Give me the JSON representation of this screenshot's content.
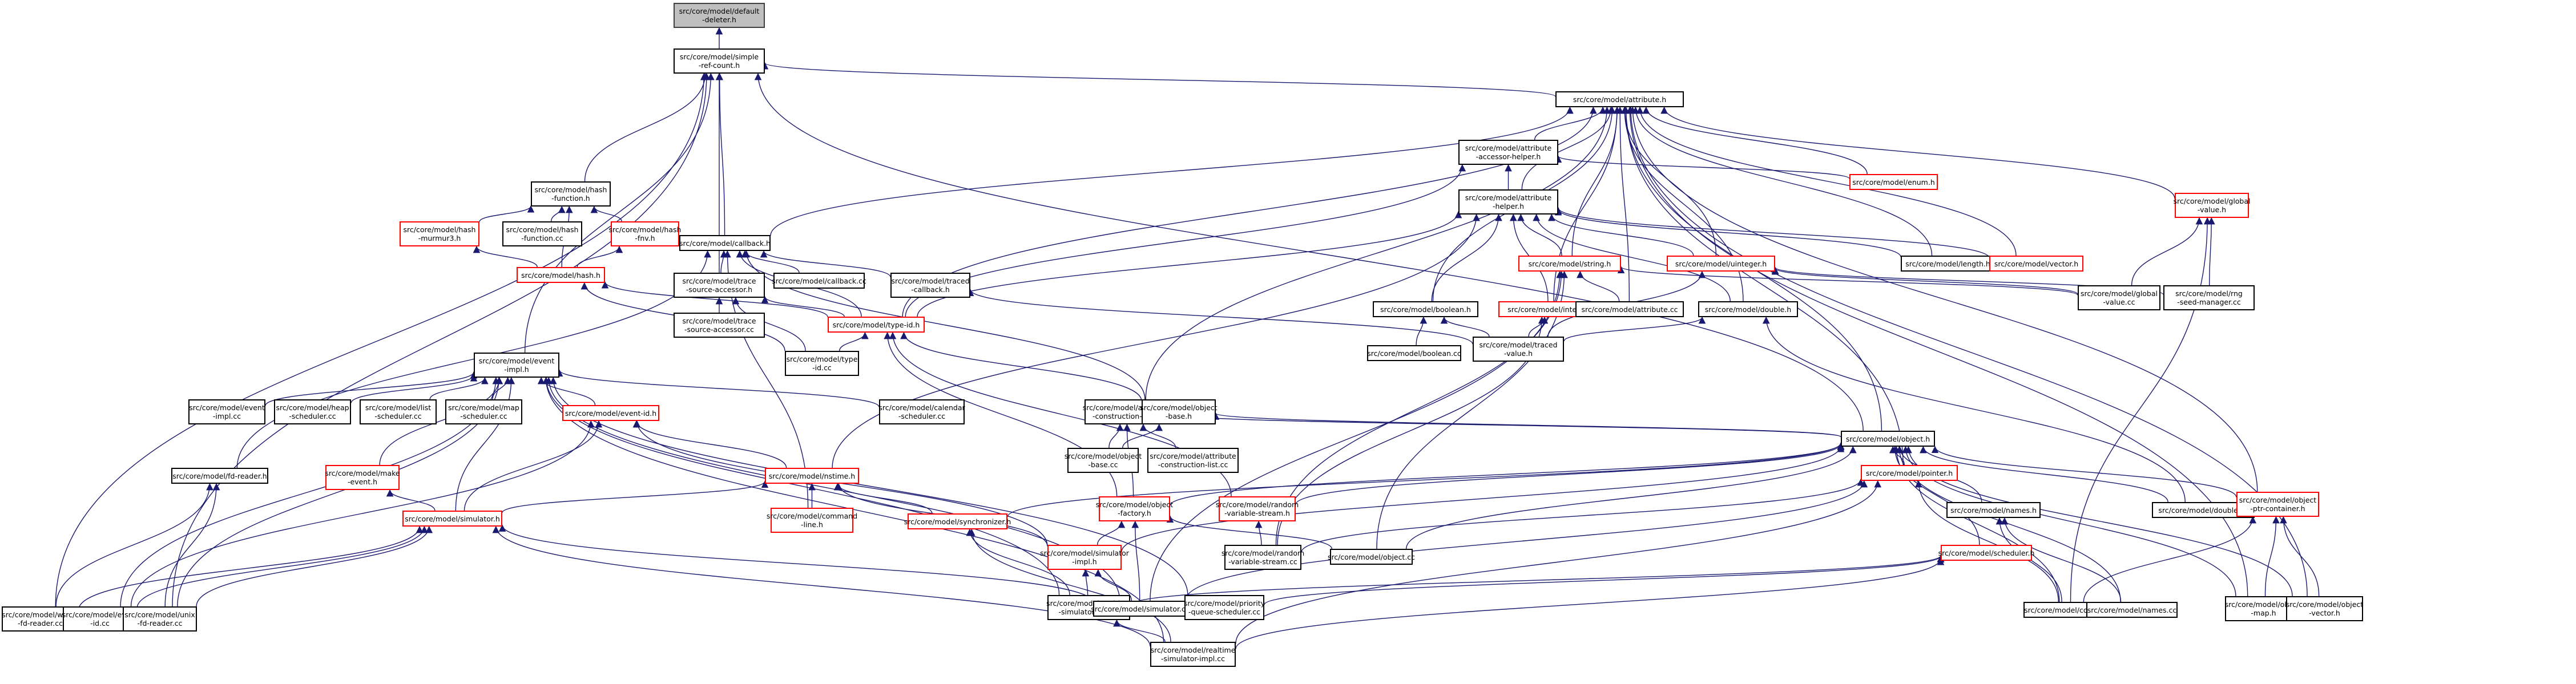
{
  "diagram": {
    "type": "include-dependency-graph",
    "edge_color": "#191970",
    "truncated_border_color": "#ff0000",
    "root_fill_color": "#bfbfbf",
    "nodes": [
      {
        "id": "default-deleter",
        "label": "src/core/model/default\n-deleter.h",
        "style": "root"
      },
      {
        "id": "simple-ref-count",
        "label": "src/core/model/simple\n-ref-count.h",
        "style": "normal"
      },
      {
        "id": "attribute-h",
        "label": "src/core/model/attribute.h",
        "style": "normal"
      },
      {
        "id": "attribute-accessor-helper",
        "label": "src/core/model/attribute\n-accessor-helper.h",
        "style": "normal"
      },
      {
        "id": "attribute-helper",
        "label": "src/core/model/attribute\n-helper.h",
        "style": "normal"
      },
      {
        "id": "enum-h",
        "label": "src/core/model/enum.h",
        "style": "red"
      },
      {
        "id": "global-value-h",
        "label": "src/core/model/global\n-value.h",
        "style": "red"
      },
      {
        "id": "hash-function",
        "label": "src/core/model/hash\n-function.h",
        "style": "normal"
      },
      {
        "id": "hash-murmur3",
        "label": "src/core/model/hash\n-murmur3.h",
        "style": "red"
      },
      {
        "id": "hash-function-cc",
        "label": "src/core/model/hash\n-function.cc",
        "style": "normal"
      },
      {
        "id": "hash-fnv",
        "label": "src/core/model/hash\n-fnv.h",
        "style": "red"
      },
      {
        "id": "hash-h",
        "label": "src/core/model/hash.h",
        "style": "red"
      },
      {
        "id": "callback-h",
        "label": "src/core/model/callback.h",
        "style": "normal"
      },
      {
        "id": "trace-source-accessor",
        "label": "src/core/model/trace\n-source-accessor.h",
        "style": "normal"
      },
      {
        "id": "trace-source-accessor-cc",
        "label": "src/core/model/trace\n-source-accessor.cc",
        "style": "normal"
      },
      {
        "id": "callback-cc",
        "label": "src/core/model/callback.cc",
        "style": "normal"
      },
      {
        "id": "traced-callback",
        "label": "src/core/model/traced\n-callback.h",
        "style": "normal"
      },
      {
        "id": "type-id-h",
        "label": "src/core/model/type-id.h",
        "style": "red"
      },
      {
        "id": "type-id-cc",
        "label": "src/core/model/type\n-id.cc",
        "style": "normal"
      },
      {
        "id": "string-h",
        "label": "src/core/model/string.h",
        "style": "red"
      },
      {
        "id": "uinteger-h",
        "label": "src/core/model/uinteger.h",
        "style": "red"
      },
      {
        "id": "length-h",
        "label": "src/core/model/length.h",
        "style": "normal"
      },
      {
        "id": "vector-h",
        "label": "src/core/model/vector.h",
        "style": "red"
      },
      {
        "id": "boolean-h",
        "label": "src/core/model/boolean.h",
        "style": "normal"
      },
      {
        "id": "integer-h",
        "label": "src/core/model/integer.h",
        "style": "red"
      },
      {
        "id": "attribute-cc",
        "label": "src/core/model/attribute.cc",
        "style": "normal"
      },
      {
        "id": "double-h",
        "label": "src/core/model/double.h",
        "style": "normal"
      },
      {
        "id": "global-value-cc",
        "label": "src/core/model/global\n-value.cc",
        "style": "normal"
      },
      {
        "id": "rng-seed-manager",
        "label": "src/core/model/rng\n-seed-manager.cc",
        "style": "normal"
      },
      {
        "id": "boolean-cc",
        "label": "src/core/model/boolean.cc",
        "style": "normal"
      },
      {
        "id": "traced-value",
        "label": "src/core/model/traced\n-value.h",
        "style": "normal"
      },
      {
        "id": "event-impl",
        "label": "src/core/model/event\n-impl.h",
        "style": "normal"
      },
      {
        "id": "attribute-construction-list",
        "label": "src/core/model/attribute\n-construction-list.h",
        "style": "normal"
      },
      {
        "id": "object-base-h",
        "label": "src/core/model/object\n-base.h",
        "style": "normal"
      },
      {
        "id": "event-impl-cc",
        "label": "src/core/model/event\n-impl.cc",
        "style": "normal"
      },
      {
        "id": "heap-scheduler",
        "label": "src/core/model/heap\n-scheduler.cc",
        "style": "normal"
      },
      {
        "id": "list-scheduler",
        "label": "src/core/model/list\n-scheduler.cc",
        "style": "normal"
      },
      {
        "id": "map-scheduler",
        "label": "src/core/model/map\n-scheduler.cc",
        "style": "normal"
      },
      {
        "id": "event-id-h",
        "label": "src/core/model/event-id.h",
        "style": "red"
      },
      {
        "id": "calendar-scheduler",
        "label": "src/core/model/calendar\n-scheduler.cc",
        "style": "normal"
      },
      {
        "id": "object-base-cc",
        "label": "src/core/model/object\n-base.cc",
        "style": "normal"
      },
      {
        "id": "attribute-construction-list-cc",
        "label": "src/core/model/attribute\n-construction-list.cc",
        "style": "normal"
      },
      {
        "id": "object-h",
        "label": "src/core/model/object.h",
        "style": "normal"
      },
      {
        "id": "fd-reader",
        "label": "src/core/model/fd-reader.h",
        "style": "normal"
      },
      {
        "id": "make-event",
        "label": "src/core/model/make\n-event.h",
        "style": "red"
      },
      {
        "id": "nstime-h",
        "label": "src/core/model/nstime.h",
        "style": "red"
      },
      {
        "id": "object-factory",
        "label": "src/core/model/object\n-factory.h",
        "style": "red"
      },
      {
        "id": "random-variable-stream-h",
        "label": "src/core/model/random\n-variable-stream.h",
        "style": "red"
      },
      {
        "id": "pointer-h",
        "label": "src/core/model/pointer.h",
        "style": "red"
      },
      {
        "id": "names-h",
        "label": "src/core/model/names.h",
        "style": "normal"
      },
      {
        "id": "double-cc",
        "label": "src/core/model/double.cc",
        "style": "normal"
      },
      {
        "id": "object-ptr-container",
        "label": "src/core/model/object\n-ptr-container.h",
        "style": "red"
      },
      {
        "id": "simulator-h",
        "label": "src/core/model/simulator.h",
        "style": "red"
      },
      {
        "id": "command-line",
        "label": "src/core/model/command\n-line.h",
        "style": "red"
      },
      {
        "id": "synchronizer",
        "label": "src/core/model/synchronizer.h",
        "style": "red"
      },
      {
        "id": "simulator-impl",
        "label": "src/core/model/simulator\n-impl.h",
        "style": "red"
      },
      {
        "id": "random-variable-stream-cc",
        "label": "src/core/model/random\n-variable-stream.cc",
        "style": "normal"
      },
      {
        "id": "object-cc",
        "label": "src/core/model/object.cc",
        "style": "normal"
      },
      {
        "id": "scheduler-h",
        "label": "src/core/model/scheduler.h",
        "style": "red"
      },
      {
        "id": "config-cc",
        "label": "src/core/model/config.cc",
        "style": "normal"
      },
      {
        "id": "names-cc",
        "label": "src/core/model/names.cc",
        "style": "normal"
      },
      {
        "id": "object-map",
        "label": "src/core/model/object\n-map.h",
        "style": "normal"
      },
      {
        "id": "object-vector",
        "label": "src/core/model/object\n-vector.h",
        "style": "normal"
      },
      {
        "id": "win32-fd-reader",
        "label": "src/core/model/win32\n-fd-reader.cc",
        "style": "normal"
      },
      {
        "id": "event-id-cc",
        "label": "src/core/model/event\n-id.cc",
        "style": "normal"
      },
      {
        "id": "unix-fd-reader",
        "label": "src/core/model/unix\n-fd-reader.cc",
        "style": "normal"
      },
      {
        "id": "realtime-simulator-impl-h",
        "label": "src/core/model/realtime\n-simulator-impl.h",
        "style": "normal"
      },
      {
        "id": "simulator-cc",
        "label": "src/core/model/simulator.cc",
        "style": "normal"
      },
      {
        "id": "priority-queue-scheduler",
        "label": "src/core/model/priority\n-queue-scheduler.cc",
        "style": "normal"
      },
      {
        "id": "realtime-simulator-impl-cc",
        "label": "src/core/model/realtime\n-simulator-impl.cc",
        "style": "normal"
      }
    ],
    "edges": [
      [
        "simple-ref-count",
        "default-deleter"
      ],
      [
        "attribute-h",
        "simple-ref-count"
      ],
      [
        "hash-function",
        "simple-ref-count"
      ],
      [
        "callback-h",
        "simple-ref-count"
      ],
      [
        "trace-source-accessor",
        "simple-ref-count"
      ],
      [
        "event-impl",
        "simple-ref-count"
      ],
      [
        "object-h",
        "simple-ref-count"
      ],
      [
        "win32-fd-reader",
        "simple-ref-count"
      ],
      [
        "unix-fd-reader",
        "simple-ref-count"
      ],
      [
        "attribute-accessor-helper",
        "attribute-h"
      ],
      [
        "attribute-helper",
        "attribute-accessor-helper"
      ],
      [
        "attribute-helper",
        "attribute-h"
      ],
      [
        "enum-h",
        "attribute-h"
      ],
      [
        "enum-h",
        "attribute-accessor-helper"
      ],
      [
        "global-value-h",
        "attribute-h"
      ],
      [
        "callback-h",
        "attribute-h"
      ],
      [
        "type-id-h",
        "attribute-h"
      ],
      [
        "type-id-h",
        "attribute-accessor-helper"
      ],
      [
        "string-h",
        "attribute-h"
      ],
      [
        "string-h",
        "attribute-helper"
      ],
      [
        "uinteger-h",
        "attribute-h"
      ],
      [
        "uinteger-h",
        "attribute-helper"
      ],
      [
        "length-h",
        "attribute-h"
      ],
      [
        "length-h",
        "attribute-helper"
      ],
      [
        "vector-h",
        "attribute-h"
      ],
      [
        "vector-h",
        "attribute-helper"
      ],
      [
        "boolean-h",
        "attribute-h"
      ],
      [
        "boolean-h",
        "attribute-helper"
      ],
      [
        "integer-h",
        "attribute-h"
      ],
      [
        "integer-h",
        "attribute-helper"
      ],
      [
        "attribute-cc",
        "attribute-h"
      ],
      [
        "attribute-cc",
        "string-h"
      ],
      [
        "double-h",
        "attribute-h"
      ],
      [
        "double-h",
        "attribute-helper"
      ],
      [
        "global-value-cc",
        "global-value-h"
      ],
      [
        "global-value-cc",
        "string-h"
      ],
      [
        "global-value-cc",
        "uinteger-h"
      ],
      [
        "rng-seed-manager",
        "global-value-h"
      ],
      [
        "rng-seed-manager",
        "uinteger-h"
      ],
      [
        "hash-murmur3",
        "hash-function"
      ],
      [
        "hash-function-cc",
        "hash-function"
      ],
      [
        "hash-fnv",
        "hash-function"
      ],
      [
        "hash-h",
        "hash-function"
      ],
      [
        "hash-h",
        "hash-murmur3"
      ],
      [
        "hash-h",
        "hash-fnv"
      ],
      [
        "trace-source-accessor",
        "callback-h"
      ],
      [
        "callback-cc",
        "callback-h"
      ],
      [
        "traced-callback",
        "callback-h"
      ],
      [
        "type-id-h",
        "callback-h"
      ],
      [
        "type-id-h",
        "trace-source-accessor"
      ],
      [
        "type-id-h",
        "hash-h"
      ],
      [
        "type-id-h",
        "attribute-helper"
      ],
      [
        "trace-source-accessor-cc",
        "trace-source-accessor"
      ],
      [
        "type-id-cc",
        "type-id-h"
      ],
      [
        "type-id-cc",
        "hash-h"
      ],
      [
        "type-id-cc",
        "trace-source-accessor"
      ],
      [
        "boolean-cc",
        "boolean-h"
      ],
      [
        "traced-value",
        "boolean-h"
      ],
      [
        "traced-value",
        "integer-h"
      ],
      [
        "traced-value",
        "double-h"
      ],
      [
        "traced-value",
        "uinteger-h"
      ],
      [
        "traced-value",
        "traced-callback"
      ],
      [
        "attribute-construction-list",
        "attribute-h"
      ],
      [
        "object-base-h",
        "type-id-h"
      ],
      [
        "object-base-h",
        "callback-h"
      ],
      [
        "object-base-cc",
        "object-base-h"
      ],
      [
        "object-base-cc",
        "attribute-construction-list"
      ],
      [
        "attribute-construction-list-cc",
        "attribute-construction-list"
      ],
      [
        "object-h",
        "object-base-h"
      ],
      [
        "object-h",
        "attribute-construction-list"
      ],
      [
        "object-h",
        "attribute-h"
      ],
      [
        "event-impl-cc",
        "event-impl"
      ],
      [
        "heap-scheduler",
        "event-impl"
      ],
      [
        "list-scheduler",
        "event-impl"
      ],
      [
        "map-scheduler",
        "event-impl"
      ],
      [
        "event-id-h",
        "event-impl"
      ],
      [
        "calendar-scheduler",
        "event-impl"
      ],
      [
        "make-event",
        "event-impl"
      ],
      [
        "fd-reader",
        "callback-h"
      ],
      [
        "nstime-h",
        "attribute-helper"
      ],
      [
        "nstime-h",
        "event-id-h"
      ],
      [
        "object-factory",
        "attribute-construction-list"
      ],
      [
        "object-factory",
        "type-id-h"
      ],
      [
        "object-factory",
        "object-h"
      ],
      [
        "random-variable-stream-h",
        "object-h"
      ],
      [
        "random-variable-stream-h",
        "type-id-h"
      ],
      [
        "pointer-h",
        "object-h"
      ],
      [
        "pointer-h",
        "attribute-h"
      ],
      [
        "names-h",
        "object-h"
      ],
      [
        "double-cc",
        "object-h"
      ],
      [
        "double-cc",
        "double-h"
      ],
      [
        "object-ptr-container",
        "object-h"
      ],
      [
        "object-ptr-container",
        "attribute-h"
      ],
      [
        "simulator-h",
        "event-id-h"
      ],
      [
        "simulator-h",
        "nstime-h"
      ],
      [
        "simulator-h",
        "make-event"
      ],
      [
        "simulator-h",
        "event-impl"
      ],
      [
        "command-line",
        "nstime-h"
      ],
      [
        "command-line",
        "callback-h"
      ],
      [
        "synchronizer",
        "nstime-h"
      ],
      [
        "synchronizer",
        "object-h"
      ],
      [
        "simulator-impl",
        "object-factory"
      ],
      [
        "simulator-impl",
        "event-id-h"
      ],
      [
        "simulator-impl",
        "nstime-h"
      ],
      [
        "simulator-impl",
        "object-h"
      ],
      [
        "random-variable-stream-cc",
        "random-variable-stream-h"
      ],
      [
        "random-variable-stream-cc",
        "string-h"
      ],
      [
        "random-variable-stream-cc",
        "integer-h"
      ],
      [
        "random-variable-stream-cc",
        "pointer-h"
      ],
      [
        "object-cc",
        "object-h"
      ],
      [
        "object-cc",
        "object-factory"
      ],
      [
        "object-cc",
        "string-h"
      ],
      [
        "scheduler-h",
        "object-h"
      ],
      [
        "config-cc",
        "names-h"
      ],
      [
        "config-cc",
        "object-ptr-container"
      ],
      [
        "config-cc",
        "pointer-h"
      ],
      [
        "config-cc",
        "global-value-h"
      ],
      [
        "config-cc",
        "object-h"
      ],
      [
        "names-cc",
        "names-h"
      ],
      [
        "names-cc",
        "object-h"
      ],
      [
        "object-map",
        "object-ptr-container"
      ],
      [
        "object-map",
        "object-h"
      ],
      [
        "object-map",
        "attribute-h"
      ],
      [
        "object-vector",
        "object-ptr-container"
      ],
      [
        "object-vector",
        "object-h"
      ],
      [
        "object-vector",
        "attribute-h"
      ],
      [
        "win32-fd-reader",
        "fd-reader"
      ],
      [
        "win32-fd-reader",
        "simulator-h"
      ],
      [
        "event-id-cc",
        "event-id-h"
      ],
      [
        "event-id-cc",
        "event-impl"
      ],
      [
        "event-id-cc",
        "simulator-h"
      ],
      [
        "unix-fd-reader",
        "fd-reader"
      ],
      [
        "unix-fd-reader",
        "simulator-h"
      ],
      [
        "unix-fd-reader",
        "event-impl"
      ],
      [
        "realtime-simulator-impl-h",
        "simulator-impl"
      ],
      [
        "realtime-simulator-impl-h",
        "synchronizer"
      ],
      [
        "realtime-simulator-impl-h",
        "event-impl"
      ],
      [
        "realtime-simulator-impl-h",
        "scheduler-h"
      ],
      [
        "simulator-cc",
        "simulator-h"
      ],
      [
        "simulator-cc",
        "simulator-impl"
      ],
      [
        "simulator-cc",
        "object-factory"
      ],
      [
        "simulator-cc",
        "event-impl"
      ],
      [
        "simulator-cc",
        "string-h"
      ],
      [
        "simulator-cc",
        "pointer-h"
      ],
      [
        "priority-queue-scheduler",
        "scheduler-h"
      ],
      [
        "priority-queue-scheduler",
        "event-impl"
      ],
      [
        "realtime-simulator-impl-cc",
        "realtime-simulator-impl-h"
      ],
      [
        "realtime-simulator-impl-cc",
        "simulator-h"
      ],
      [
        "realtime-simulator-impl-cc",
        "synchronizer"
      ],
      [
        "realtime-simulator-impl-cc",
        "scheduler-h"
      ],
      [
        "realtime-simulator-impl-cc",
        "event-impl"
      ],
      [
        "realtime-simulator-impl-cc",
        "pointer-h"
      ]
    ]
  }
}
